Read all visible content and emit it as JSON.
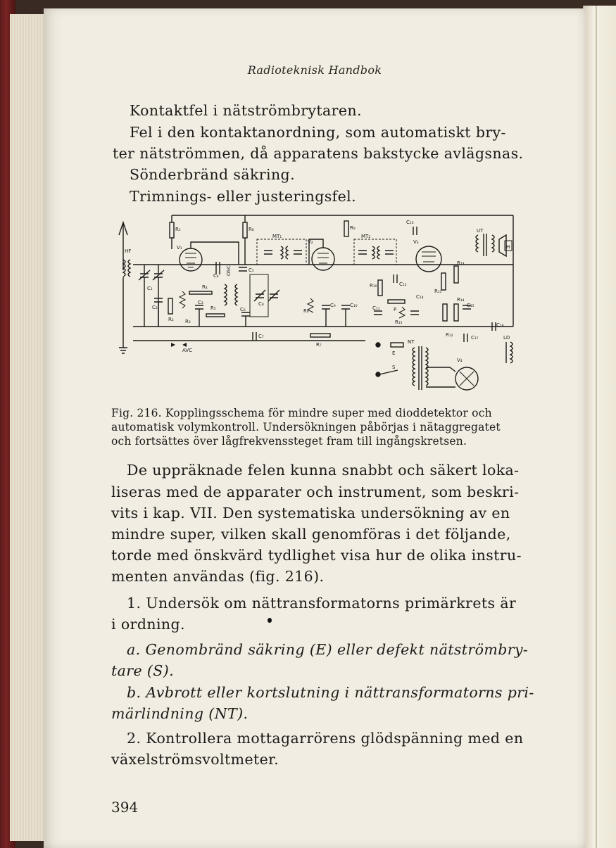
{
  "header": {
    "running_title": "Radioteknisk Handbok"
  },
  "body_top": [
    "Kontaktfel i nätströmbrytaren.",
    "Fel i den kontaktanordning, som automatiskt bry-",
    "ter nätströmmen, då apparatens bakstycke avlägsnas.",
    "Sönderbränd säkring.",
    "Trimnings- eller justeringsfel."
  ],
  "figure": {
    "labels": {
      "hf": "HF",
      "avc": "AVC",
      "r1": "R₁",
      "r2": "R₂",
      "r3": "R₃",
      "r4": "R₄",
      "r5": "R₅",
      "r6": "R₆",
      "r7": "R₇",
      "r8": "R₈",
      "r9": "R₉",
      "r10": "R₁₀",
      "r11": "R₁₁",
      "r12": "R₁₂",
      "r13": "R₁₃",
      "r14": "R₁₄",
      "r15": "R₁₅",
      "c1": "C₁",
      "c2": "C₂",
      "c3": "C₃",
      "c4": "C₄",
      "c5": "C₅",
      "c6": "C₆",
      "c7": "C₇",
      "c8": "C₈",
      "c9": "C₉",
      "c10": "C₁₀",
      "c11": "C₁₁",
      "c12": "C₁₂",
      "c13": "C₁₃",
      "c14": "C₁₄",
      "c15": "C₁₅",
      "c16": "C₁₆",
      "c17": "C₁₇",
      "v1": "V₁",
      "v2": "V₂",
      "v3": "V₃",
      "v4": "V₄",
      "mt1": "MT₁",
      "mt2": "MT₂",
      "osc": "OSC",
      "ut": "UT",
      "ld": "LD",
      "nt": "NT",
      "e": "E",
      "s": "S",
      "p": "P",
      "h": "H"
    },
    "caption": [
      "Fig. 216. Kopplingsschema för mindre super med dioddetektor och",
      "automatisk volymkontroll. Undersökningen påbörjas i nätaggregatet",
      "och fortsättes över lågfrekvenssteget fram till ingångskretsen."
    ]
  },
  "body_main": [
    "De uppräknade felen kunna snabbt och säkert loka-",
    "liseras med de apparater och instrument, som beskri-",
    "vits i kap. VII. Den systematiska undersökning av en",
    "mindre super, vilken skall genomföras i det följande,",
    "torde med önskvärd tydlighet visa hur de olika instru-",
    "menten användas (fig. 216)."
  ],
  "steps": {
    "step1": [
      "1. Undersök om nättransformatorns primärkrets är",
      "i ordning."
    ],
    "step1a": [
      "a. Genombränd säkring (E) eller defekt nätströmbry-",
      "tare (S)."
    ],
    "step1b": [
      "b. Avbrott eller kortslutning i nättransformatorns pri-",
      "märlindning (NT)."
    ],
    "step2": [
      "2. Kontrollera mottagarrörens glödspänning med en",
      "växelströmsvoltmeter."
    ]
  },
  "page_number": "394"
}
